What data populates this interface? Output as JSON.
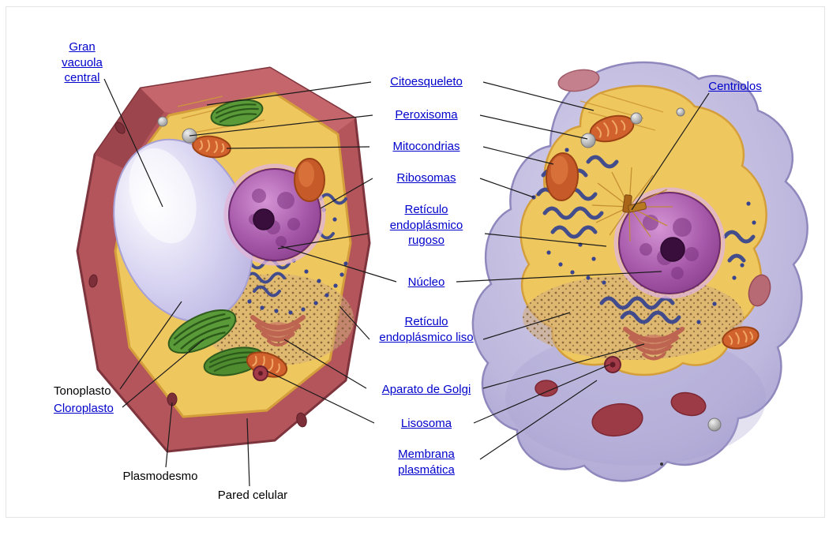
{
  "labels": {
    "gran_vacuola_central": "Gran vacuola central",
    "tonoplasto": "Tonoplasto",
    "cloroplasto": "Cloroplasto",
    "plasmodesmo": "Plasmodesmo",
    "pared_celular": "Pared celular",
    "citoesqueleto": "Citoesqueleto",
    "peroxisoma": "Peroxisoma",
    "mitocondrias": "Mitocondrias",
    "ribosomas": "Ribosomas",
    "reticulo_endoplasmico_rugoso": "Retículo endoplásmico rugoso",
    "nucleo": "Núcleo",
    "reticulo_endoplasmico_liso": "Retículo endoplásmico liso",
    "aparato_de_golgi": "Aparato de Golgi",
    "lisosoma": "Lisosoma",
    "membrana_plasmatica": "Membrana plasmática",
    "centriolos": "Centriolos"
  },
  "colors": {
    "label_link": "#0000cc",
    "label_plain": "#000000",
    "connector_line": "#1a1a1a",
    "plant_cell_wall": "#b4555c",
    "cytoplasm": "#efc75f",
    "vacuole": "#c9c4ec",
    "nucleus": "#9a4b9e",
    "animal_membrane": "#b7b1d9",
    "chloroplast": "#5a9a38",
    "mitochondria": "#d2622d",
    "endoplasmic_reticulum": "#3a478f",
    "golgi": "#bd6550"
  }
}
